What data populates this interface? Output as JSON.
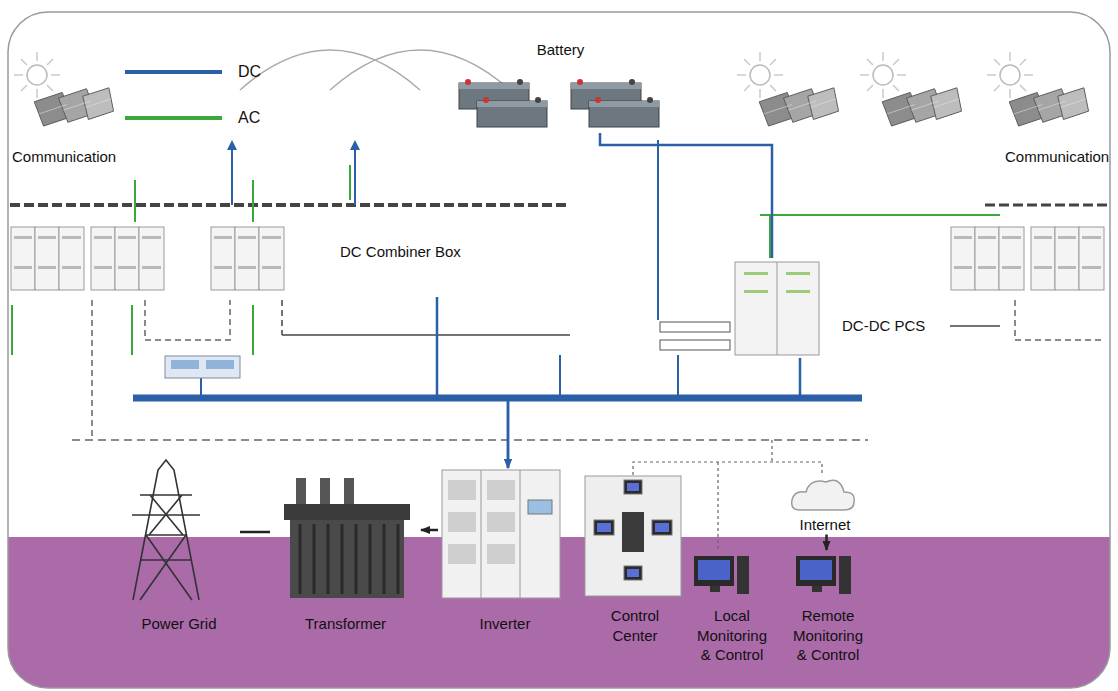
{
  "diagram": {
    "nodes": [
      {
        "text": [
          "Battery"
        ]
      },
      {
        "text": [
          "DC Combiner Box"
        ]
      },
      {
        "text": [
          "DC-DC PCS"
        ]
      },
      {
        "text": [
          "Inverter"
        ]
      },
      {
        "text": [
          "Transformer"
        ]
      },
      {
        "text": [
          "Power Grid"
        ]
      },
      {
        "text": [
          "Control Center"
        ]
      },
      {
        "text": [
          "Local Monitoring & Control"
        ]
      },
      {
        "text": [
          "Internet"
        ]
      },
      {
        "text": [
          "Remote Monitoring & Control"
        ]
      }
    ],
    "edges": [
      {
        "from": 3,
        "to": 4,
        "arrow": "to"
      },
      {
        "from": 4,
        "to": 5,
        "arrow": "none"
      },
      {
        "from": 8,
        "to": 9,
        "arrow": "to"
      },
      {
        "from": 1,
        "to": 3,
        "arrow": "to"
      },
      {
        "from": 2,
        "to": 3,
        "arrow": "to"
      },
      {
        "from": 0,
        "to": 2,
        "arrow": "none"
      }
    ],
    "labels": [
      "Communication",
      "Communication"
    ],
    "legend": [
      {
        "text": "DC"
      },
      {
        "text": "AC"
      }
    ]
  }
}
